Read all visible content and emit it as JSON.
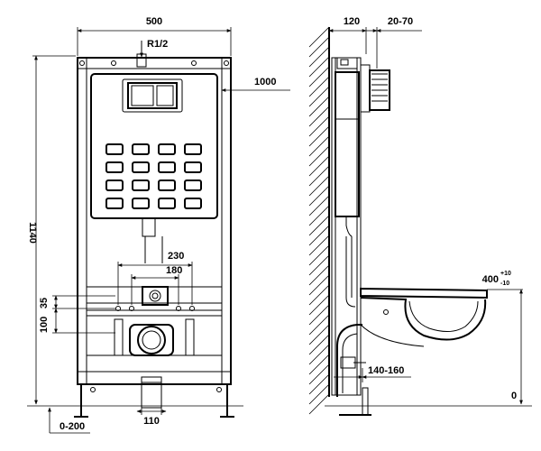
{
  "front_view": {
    "dims": {
      "width": "500",
      "height": "1140",
      "inlet": "R1/2",
      "level": "1000",
      "stud_outer": "230",
      "stud_inner": "180",
      "offset_a": "35",
      "offset_b": "100",
      "pipe": "110",
      "adjust": "0-200"
    }
  },
  "side_view": {
    "dims": {
      "depth": "120",
      "cover": "20-70",
      "seat": "400",
      "seat_tol_plus": "+10",
      "seat_tol_minus": "-10",
      "outlet": "140-160",
      "floor": "0"
    }
  }
}
